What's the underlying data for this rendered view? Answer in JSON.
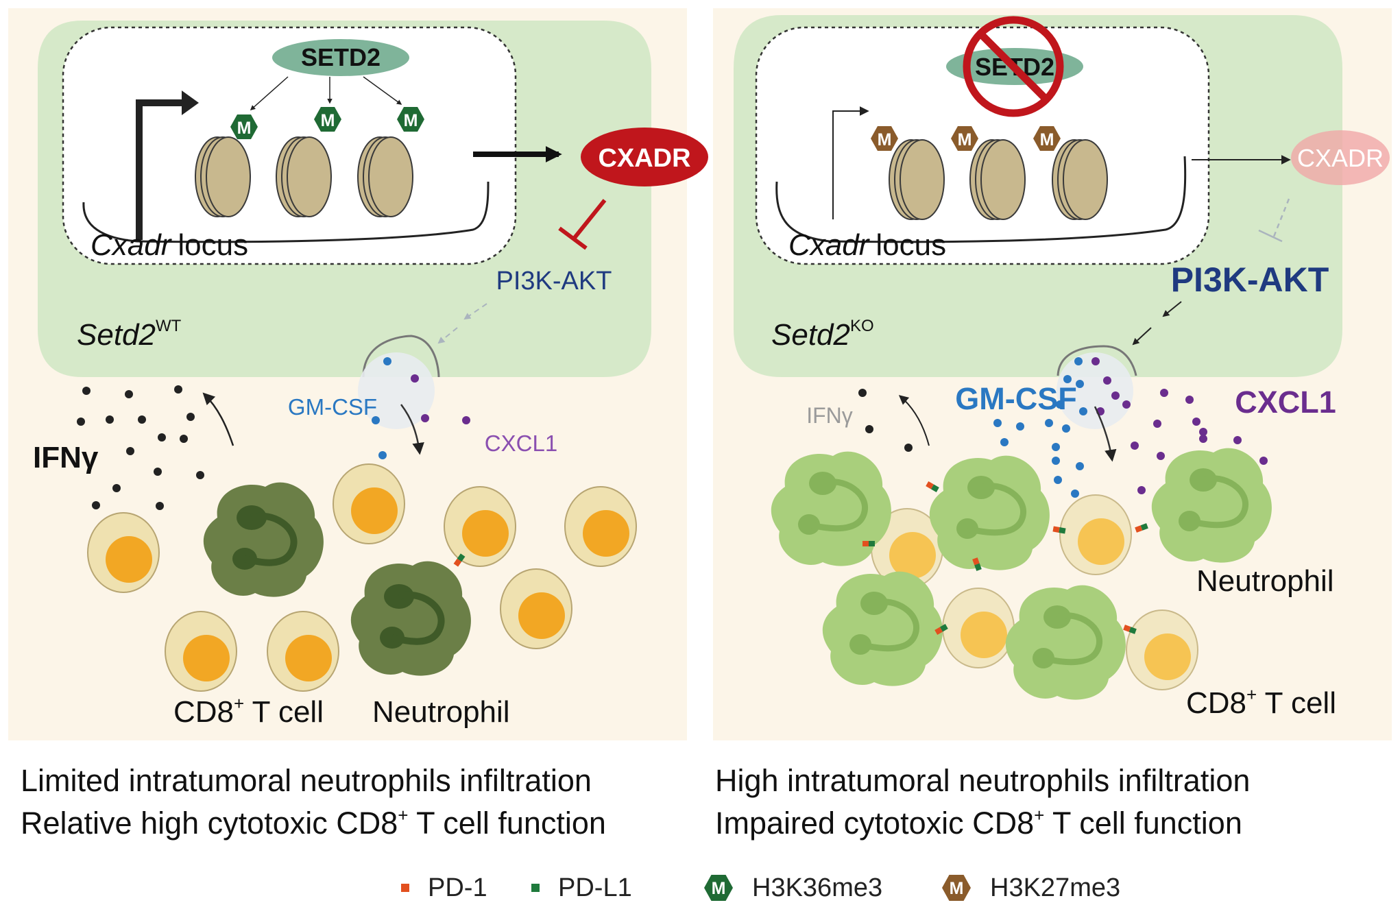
{
  "left_panel": {
    "enzyme": "SETD2",
    "product": "CXADR",
    "locus_gene": "Cxadr",
    "locus_word": "locus",
    "pathway": "PI3K-AKT",
    "genotype_base": "Setd2",
    "genotype_sup": "WT",
    "cytokine_1": "GM-CSF",
    "cytokine_2": "CXCL1",
    "interferon": "IFNγ",
    "cell_1_base": "CD8",
    "cell_1_sup": "+",
    "cell_1_rest": " T cell",
    "cell_2": "Neutrophil",
    "mark_letter": "M"
  },
  "right_panel": {
    "enzyme": "SETD2",
    "product": "CXADR",
    "locus_gene": "Cxadr",
    "locus_word": "locus",
    "pathway": "PI3K-AKT",
    "genotype_base": "Setd2",
    "genotype_sup": "KO",
    "cytokine_1": "GM-CSF",
    "cytokine_2": "CXCL1",
    "interferon": "IFNγ",
    "cell_1_base": "CD8",
    "cell_1_sup": "+",
    "cell_1_rest": " T cell",
    "cell_2": "Neutrophil",
    "mark_letter": "M"
  },
  "captions": {
    "left_line1": "Limited intratumoral neutrophils infiltration",
    "left_line2_pre": "Relative high cytotoxic CD8",
    "left_line2_sup": "+",
    "left_line2_post": " T cell function",
    "right_line1": "High intratumoral neutrophils infiltration",
    "right_line2_pre": "Impaired cytotoxic CD8",
    "right_line2_sup": "+",
    "right_line2_post": " T cell function"
  },
  "legend": {
    "pd1": "PD-1",
    "pdl1": "PD-L1",
    "h3k36": "H3K36me3",
    "h3k27": "H3K27me3",
    "mark_letter": "M"
  },
  "colors": {
    "panel_bg": "#fcf5e8",
    "nucleus_bg": "#d6e9c9",
    "cxadr_red": "#c0161c",
    "pi3k_blue": "#1f3a80",
    "gmcsf_blue": "#2a78c2",
    "cxcl1_purple": "#6a2d8e",
    "h3k36_green": "#1f6a34",
    "h3k27_brown": "#8a5b2b",
    "neutrophil_dark": "#6b7f47",
    "neutrophil_light": "#a9cf7c",
    "tcell_yolk": "#f2a724",
    "pd1_color": "#e2501f",
    "pdl1_color": "#1f7a3c"
  }
}
